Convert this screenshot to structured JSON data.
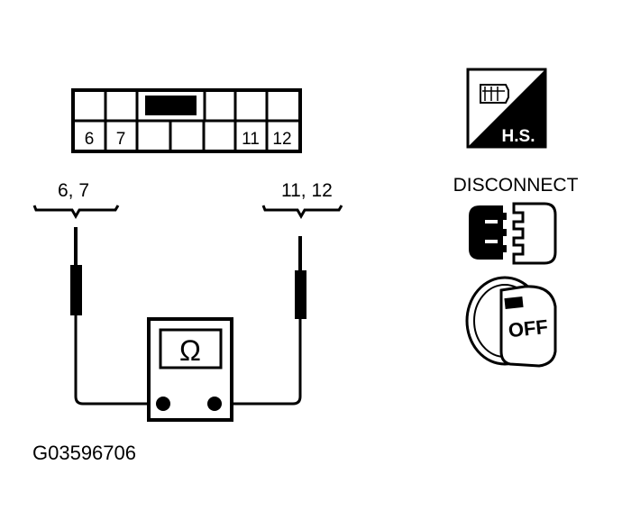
{
  "connector": {
    "top_row_pins": [
      "",
      "",
      "",
      "",
      "",
      "",
      "",
      ""
    ],
    "bottom_row_pins": [
      "6",
      "7",
      "",
      "",
      "",
      "11",
      "12"
    ]
  },
  "probe_labels": {
    "left": "6, 7",
    "right": "11, 12"
  },
  "meter": {
    "symbol": "Ω"
  },
  "hs_badge": {
    "text": "H.S."
  },
  "disconnect": {
    "label": "DISCONNECT"
  },
  "ignition": {
    "text": "OFF"
  },
  "figure_id": "G03596706",
  "icons": {
    "hs_badge": "harness-side-icon",
    "disconnect": "connector-disconnect-icon",
    "ignition": "ignition-key-off-icon",
    "meter": "ohmmeter-icon"
  }
}
